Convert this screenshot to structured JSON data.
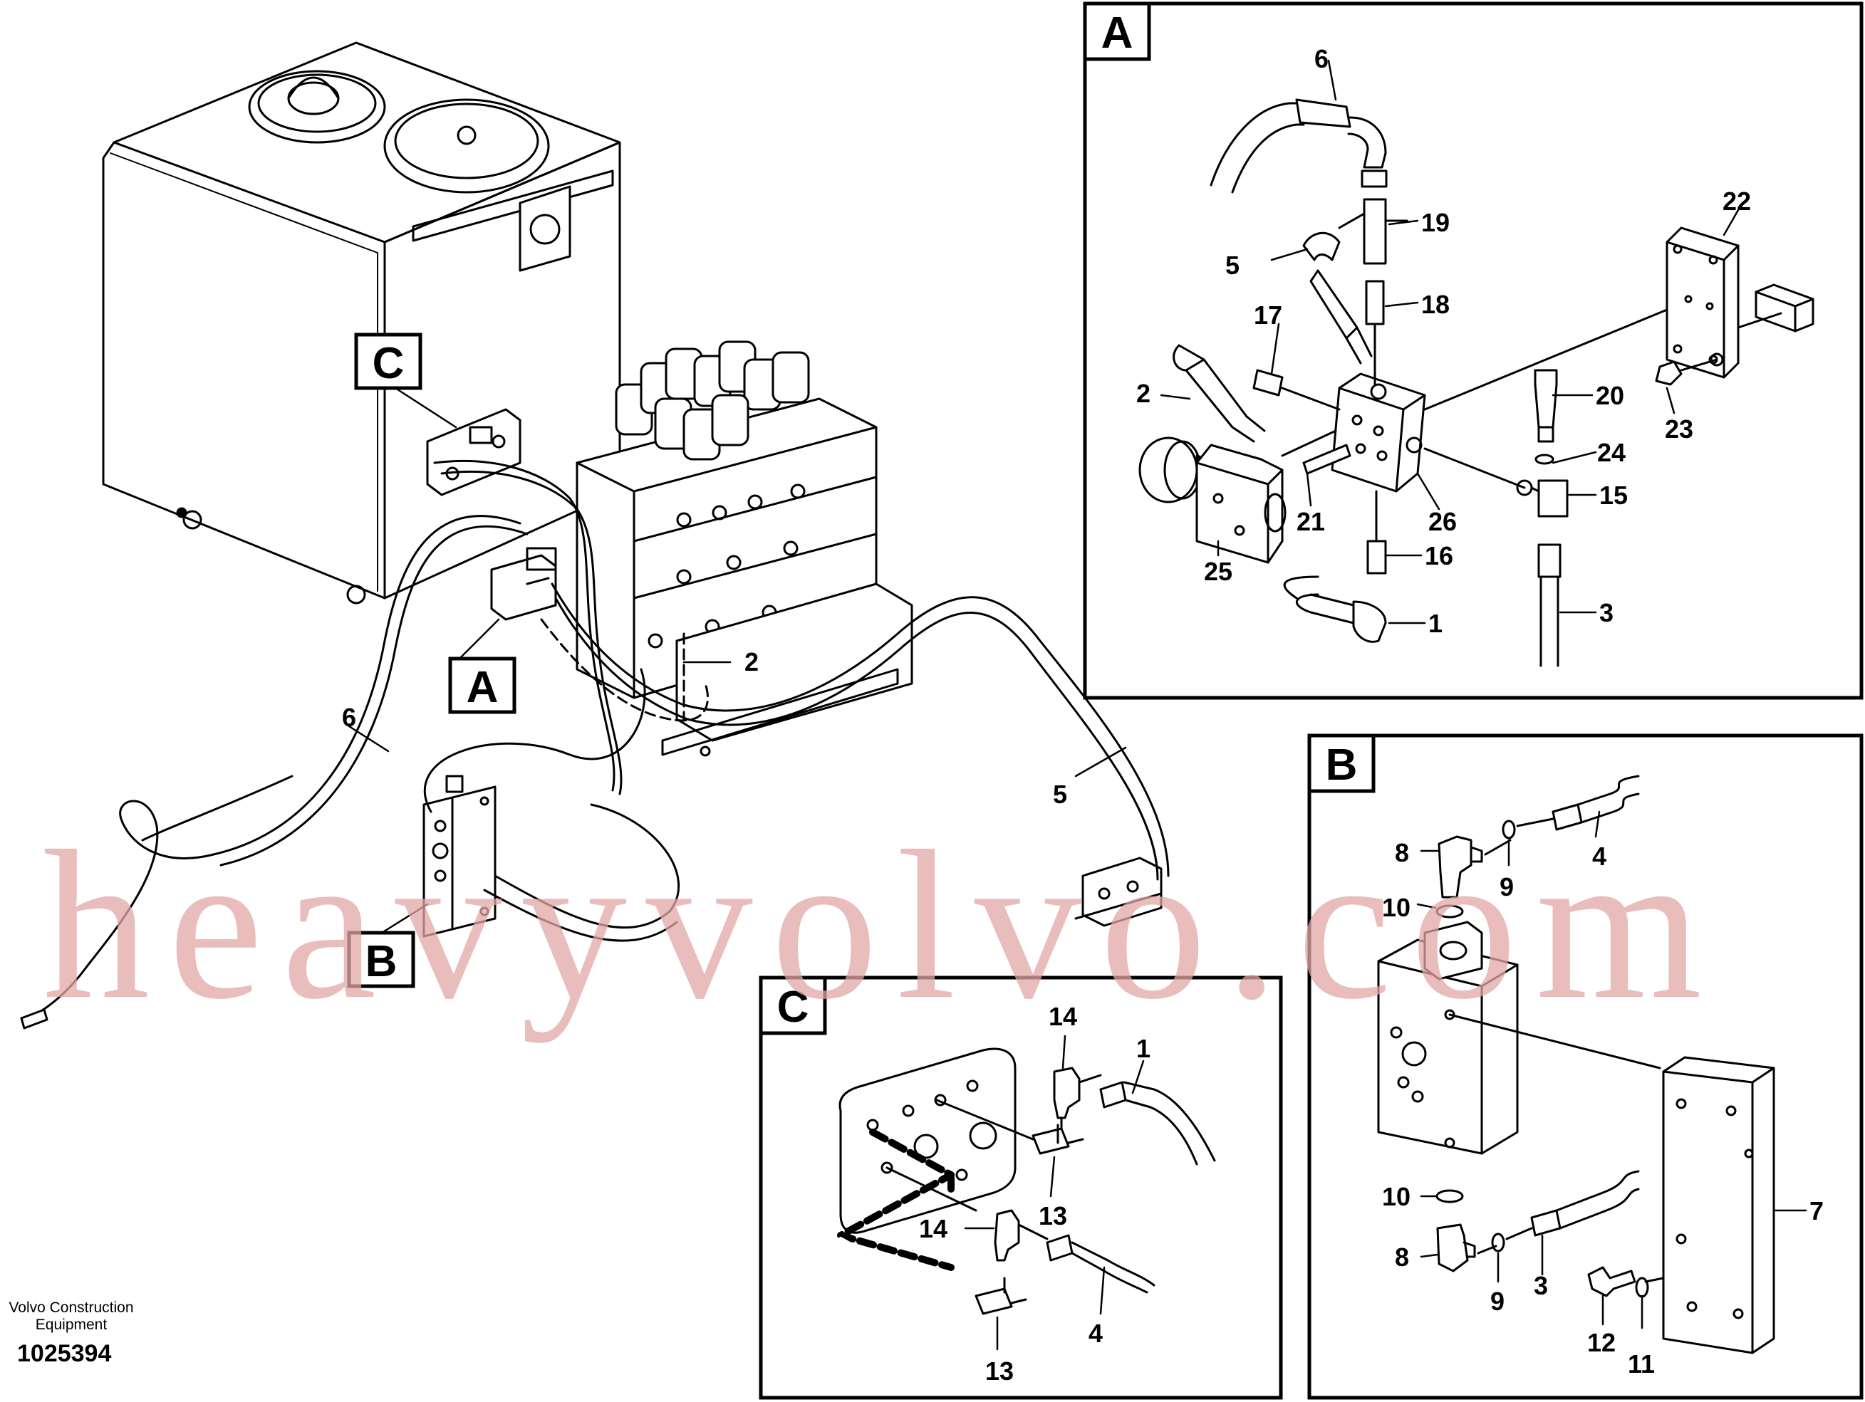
{
  "footer": {
    "maker_line1": "Volvo Construction",
    "maker_line2": "Equipment",
    "drawing_number": "1025394"
  },
  "watermark": "heavyvolvo.com",
  "callouts": {
    "A": "A",
    "B": "B",
    "C": "C"
  },
  "main_labels": {
    "n2": "2",
    "n5": "5",
    "n6": "6"
  },
  "panel_a": {
    "letter": "A",
    "labels": [
      "6",
      "19",
      "5",
      "18",
      "22",
      "17",
      "2",
      "20",
      "23",
      "24",
      "15",
      "21",
      "26",
      "25",
      "16",
      "1",
      "3"
    ]
  },
  "panel_b": {
    "letter": "B",
    "labels": [
      "8",
      "9",
      "4",
      "10",
      "7",
      "10",
      "8",
      "9",
      "3",
      "12",
      "11"
    ]
  },
  "panel_c": {
    "letter": "C",
    "labels": [
      "14",
      "1",
      "13",
      "14",
      "4",
      "13"
    ]
  },
  "colors": {
    "line": "#000000",
    "watermark": "#e3a7a7",
    "background": "#ffffff"
  }
}
